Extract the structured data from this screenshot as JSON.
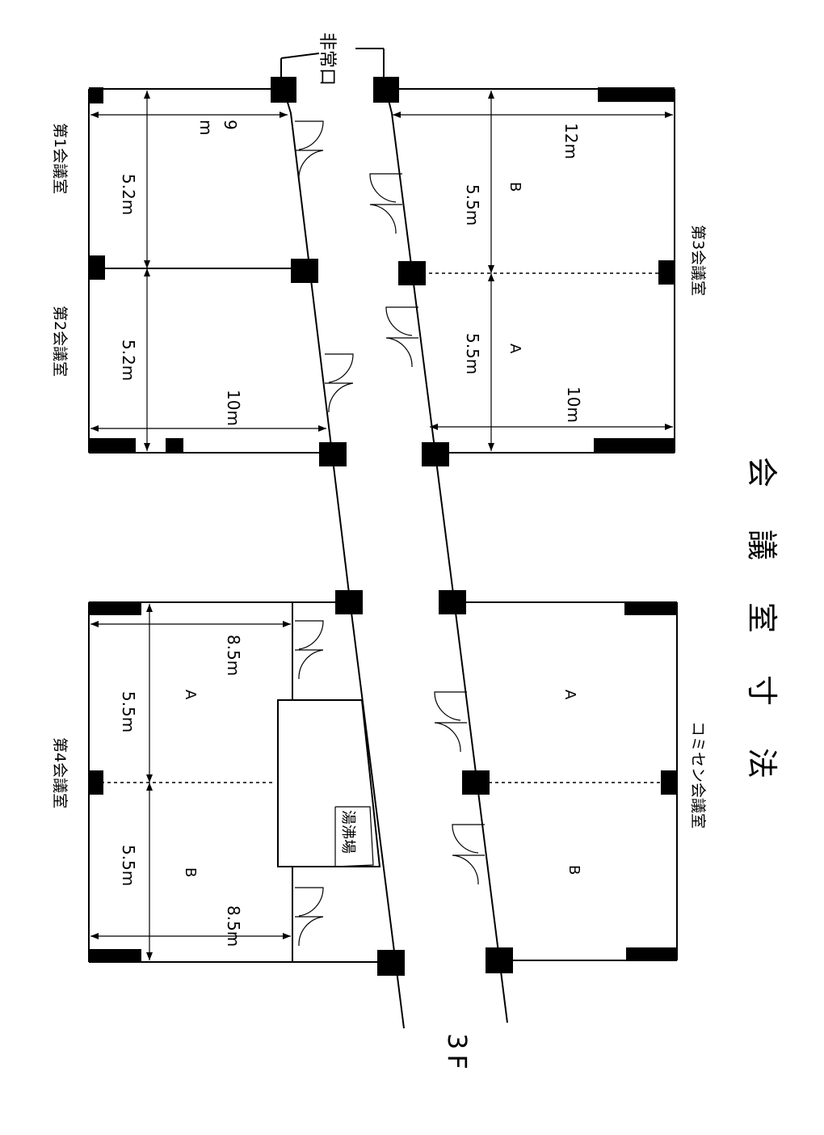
{
  "title": "会議室寸法",
  "floor": "3F",
  "exit_label": "非常口",
  "boiler_room": "湯沸場",
  "rooms": {
    "room1": {
      "name": "第1会議室",
      "width": "9\nm",
      "depth": "5.2m"
    },
    "room2": {
      "name": "第2会議室",
      "width": "10m",
      "depth": "5.2m"
    },
    "room3": {
      "name": "第3会議室",
      "width_top": "12m",
      "width_bottom": "10m",
      "section_b_label": "B",
      "section_b_depth": "5.5m",
      "section_a_label": "A",
      "section_a_depth": "5.5m"
    },
    "room4": {
      "name": "第4会議室",
      "width_a": "8.5m",
      "width_b": "8.5m",
      "section_a_label": "A",
      "section_a_depth": "5.5m",
      "section_b_label": "B",
      "section_b_depth": "5.5m"
    },
    "community": {
      "name": "コミセン会議室",
      "section_a_label": "A",
      "section_b_label": "B"
    }
  }
}
